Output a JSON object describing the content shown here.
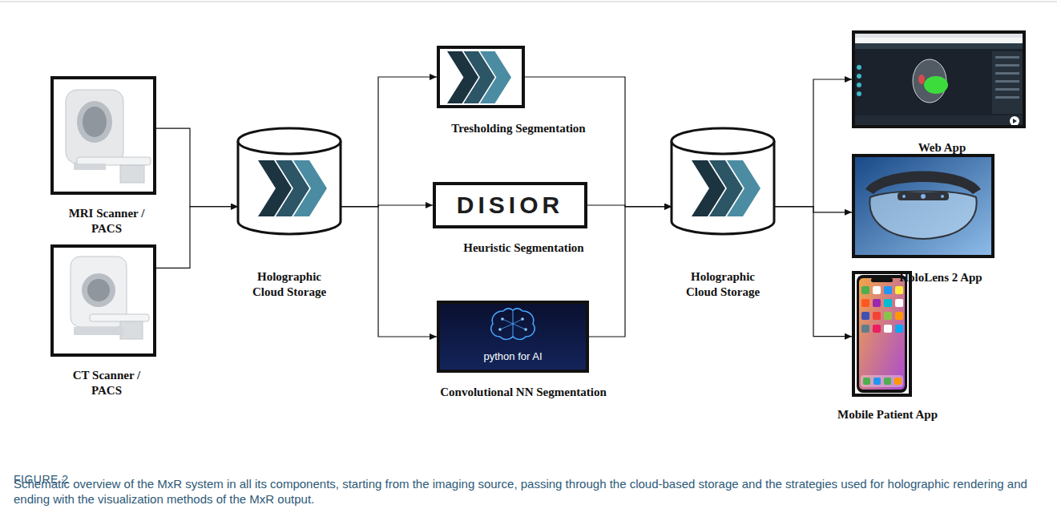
{
  "diagram": {
    "caption": "Schematic overview of the MxR system in all its components, starting from the imaging source, passing through the cloud-based storage and the strategies used for holographic rendering and ending with the visualization methods of the MxR output.",
    "nodes": [
      {
        "text": [
          "MRI Scanner / PACS"
        ]
      },
      {
        "text": [
          "CT Scanner / PACS"
        ]
      },
      {
        "text": [
          "Holographic Cloud Storage"
        ]
      },
      {
        "text": [
          "Tresholding Segmentation"
        ]
      },
      {
        "text": [
          "DISIOR",
          "Heuristic Segmentation"
        ]
      },
      {
        "text": [
          "python for AI",
          "Convolutional NN Segmentation"
        ]
      },
      {
        "text": [
          "Holographic Cloud Storage"
        ]
      },
      {
        "text": [
          "Web App"
        ]
      },
      {
        "text": [
          "HoloLens 2 App"
        ]
      },
      {
        "text": [
          "Mobile Patient App"
        ]
      }
    ],
    "edges": [
      {
        "from": 0,
        "to": 2,
        "arrow": "to"
      },
      {
        "from": 1,
        "to": 2,
        "arrow": "to"
      },
      {
        "from": 2,
        "to": 3,
        "arrow": "to"
      },
      {
        "from": 2,
        "to": 4,
        "arrow": "to"
      },
      {
        "from": 2,
        "to": 5,
        "arrow": "to"
      },
      {
        "from": 3,
        "to": 6,
        "arrow": "to"
      },
      {
        "from": 4,
        "to": 6,
        "arrow": "to"
      },
      {
        "from": 5,
        "to": 6,
        "arrow": "to"
      },
      {
        "from": 6,
        "to": 7,
        "arrow": "to"
      },
      {
        "from": 6,
        "to": 8,
        "arrow": "to"
      },
      {
        "from": 6,
        "to": 9,
        "arrow": "to"
      }
    ],
    "labels": [
      "FIGURE 2"
    ]
  }
}
